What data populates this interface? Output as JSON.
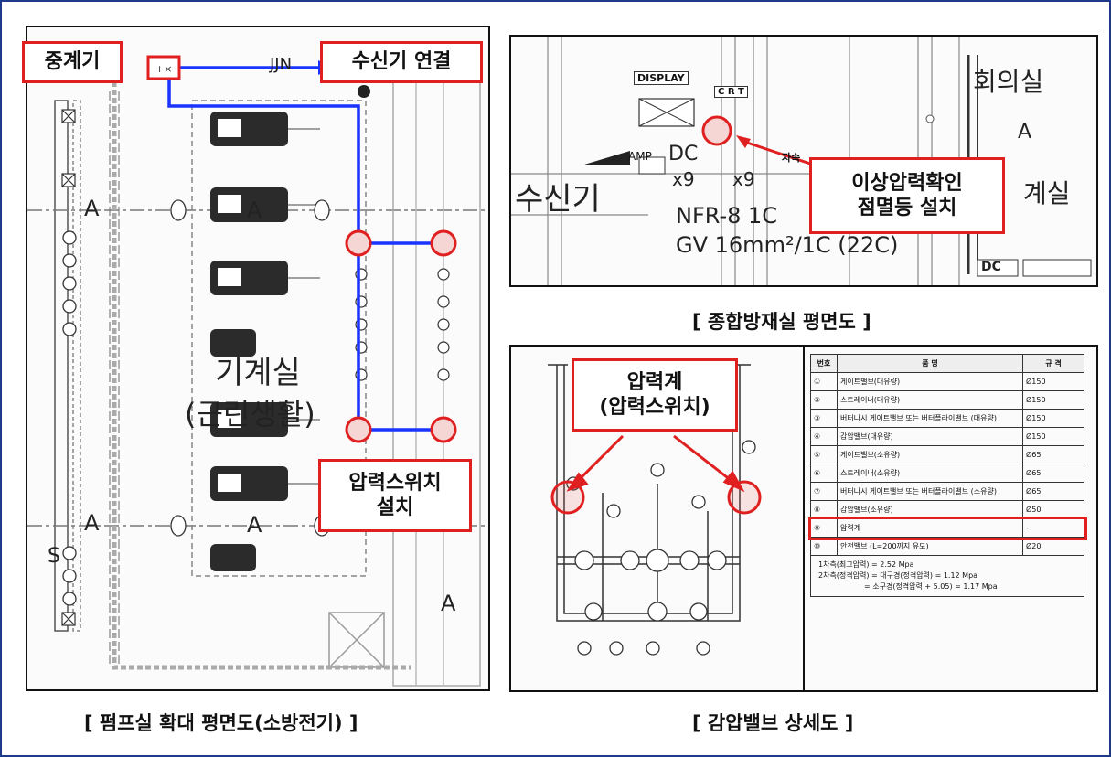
{
  "captions": {
    "pump_room": "[ 펌프실 확대 평면도(소방전기) ]",
    "disaster_room": "[ 종합방재실 평면도 ]",
    "valve_detail": "[ 감압밸브 상세도 ]"
  },
  "callouts": {
    "repeater": "중계기",
    "receiver_connect": "수신기 연결",
    "pressure_switch_install": [
      "압력스위치",
      "설치"
    ],
    "abnormal_pressure_lamp": [
      "이상압력확인",
      "점멸등 설치"
    ],
    "pressure_gauge": [
      "압력계",
      "(압력스위치)"
    ]
  },
  "pump_room": {
    "room_name": "기계실",
    "room_sub": "(근린생활)",
    "mark_a": "A",
    "mark_s": "S",
    "code_top": "JJN"
  },
  "disaster_room": {
    "display": "DISPLAY",
    "crt": "C R T",
    "amp": "AMP",
    "dc": "DC",
    "x9a": "x9",
    "x9b": "x9",
    "jasuk": "자속",
    "receiver": "수신기",
    "cable1": "NFR-8 1C",
    "cable2": "GV 16mm²/1C (22C)",
    "room_meeting": "회의실",
    "room_right": "계실",
    "mark_a": "A",
    "dc_bottom": "DC"
  },
  "valve_table": {
    "headers": [
      "번호",
      "품 명",
      "규 격"
    ],
    "rows": [
      [
        "①",
        "게이트밸브(대유량)",
        "Ø150"
      ],
      [
        "②",
        "스트레이너(대유량)",
        "Ø150"
      ],
      [
        "③",
        "버터나시 게이트밸브 또는 버터플라이밸브 (대유량)",
        "Ø150"
      ],
      [
        "④",
        "감압밸브(대유량)",
        "Ø150"
      ],
      [
        "⑤",
        "게이트밸브(소유량)",
        "Ø65"
      ],
      [
        "⑥",
        "스트레이너(소유량)",
        "Ø65"
      ],
      [
        "⑦",
        "버터나시 게이트밸브 또는 버터플라이밸브 (소유량)",
        "Ø65"
      ],
      [
        "⑧",
        "감압밸브(소유량)",
        "Ø50"
      ],
      [
        "⑨",
        "압력계",
        "-"
      ],
      [
        "⑩",
        "안전밸브 (L=200까지 유도)",
        "Ø20"
      ]
    ],
    "notes": [
      "1차측(최고압력) = 2.52 Mpa",
      "2차측(정격압력) = 대구경(정격압력) = 1.12 Mpa",
      "= 소구경(정격압력 + 5.05) = 1.17 Mpa"
    ]
  },
  "colors": {
    "callout_border": "#e02020",
    "wire": "#1a33ff",
    "frame": "#1f3a8a"
  }
}
